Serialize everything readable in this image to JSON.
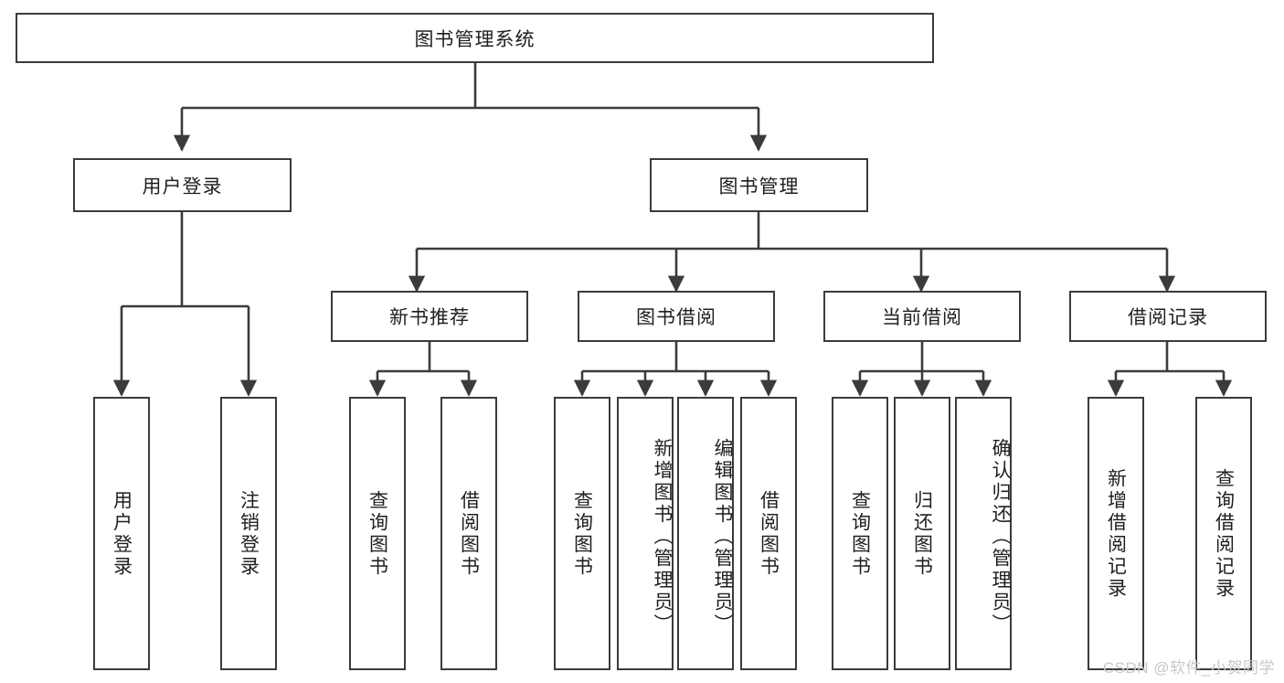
{
  "diagram": {
    "title": "图书管理系统",
    "type": "tree",
    "watermark": "CSDN @软件_小贺同学",
    "stroke_color": "#3b3b3b",
    "fill_color": "#ffffff",
    "text_color": "#1f1f1f",
    "watermark_color": "#c8c8c8"
  },
  "nodes": {
    "root": {
      "label": "图书管理系统"
    },
    "level1": [
      {
        "label": "用户登录"
      },
      {
        "label": "图书管理"
      }
    ],
    "level2": [
      {
        "label": "新书推荐"
      },
      {
        "label": "图书借阅"
      },
      {
        "label": "当前借阅"
      },
      {
        "label": "借阅记录"
      }
    ],
    "leaves": {
      "user_login": [
        {
          "label": "用户登录"
        },
        {
          "label": "注销登录"
        }
      ],
      "new_book_recommend": [
        {
          "label": "查询图书"
        },
        {
          "label": "借阅图书"
        }
      ],
      "book_borrow": [
        {
          "label": "查询图书"
        },
        {
          "label": "新增图书（管理员）"
        },
        {
          "label": "编辑图书（管理员）"
        },
        {
          "label": "借阅图书"
        }
      ],
      "current_borrow": [
        {
          "label": "查询图书"
        },
        {
          "label": "归还图书"
        },
        {
          "label": "确认归还（管理员）"
        }
      ],
      "borrow_record": [
        {
          "label": "新增借阅记录"
        },
        {
          "label": "查询借阅记录"
        }
      ]
    }
  }
}
